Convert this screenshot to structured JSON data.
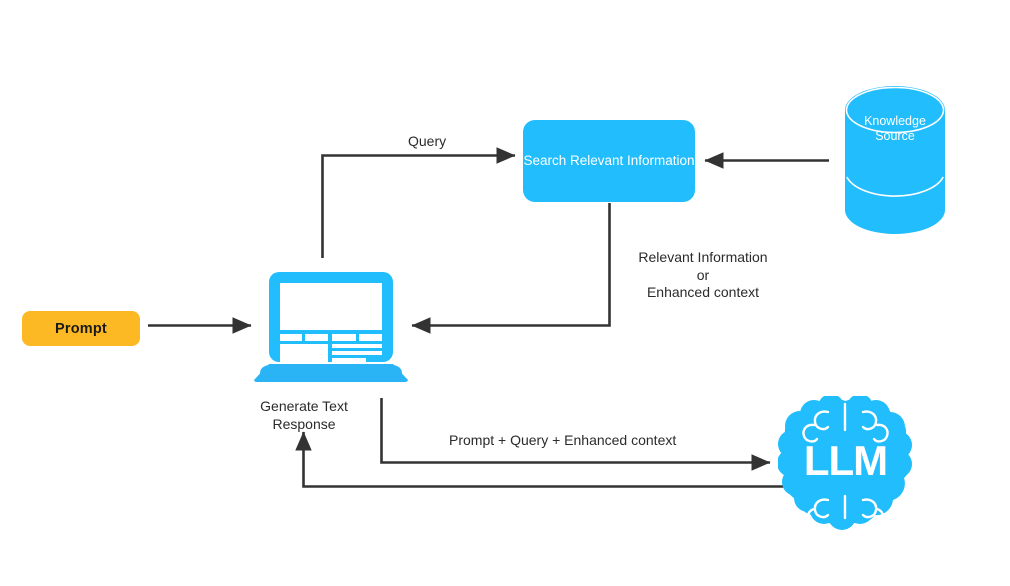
{
  "diagram": {
    "title": "Retrieval Augmented Generation flow",
    "colors": {
      "accent_blue": "#21bdfc",
      "prompt_amber": "#fdb924",
      "arrow_dark": "#333333",
      "background": "#ffffff",
      "node_text": "#ffffff",
      "label_text": "#2b2b2b"
    }
  },
  "nodes": {
    "prompt": {
      "label": "Prompt",
      "shape": "rounded-rectangle",
      "fill": "#fdb924"
    },
    "search": {
      "label": "Search Relevant\nInformation",
      "shape": "rounded-rectangle",
      "fill": "#21bdfc"
    },
    "knowledge_source": {
      "label": "Knowledge\nSource",
      "shape": "cylinder",
      "fill": "#21bdfc"
    },
    "laptop": {
      "caption": "Generate Text\nResponse",
      "shape": "laptop-icon",
      "fill": "#21bdfc"
    },
    "llm": {
      "label": "LLM",
      "shape": "brain-icon",
      "fill": "#21bdfc"
    }
  },
  "edges": [
    {
      "id": "prompt-to-laptop",
      "label": "",
      "from": "prompt",
      "to": "laptop",
      "direction": "right"
    },
    {
      "id": "laptop-to-search",
      "label": "Query",
      "from": "laptop",
      "to": "search",
      "direction": "right"
    },
    {
      "id": "knowledge-to-search",
      "label": "",
      "from": "knowledge_source",
      "to": "search",
      "direction": "left"
    },
    {
      "id": "search-to-laptop",
      "label": "Relevant Information\nor\nEnhanced context",
      "from": "search",
      "to": "laptop",
      "direction": "left"
    },
    {
      "id": "laptop-to-llm",
      "label": "Prompt + Query + Enhanced context",
      "from": "laptop",
      "to": "llm",
      "direction": "right"
    },
    {
      "id": "llm-to-laptop",
      "label": "",
      "from": "llm",
      "to": "laptop",
      "direction": "up"
    }
  ],
  "labels": {
    "query": "Query",
    "relevant_info": "Relevant Information\nor\nEnhanced context",
    "generate_text": "Generate Text\nResponse",
    "combined_context": "Prompt + Query + Enhanced context"
  }
}
